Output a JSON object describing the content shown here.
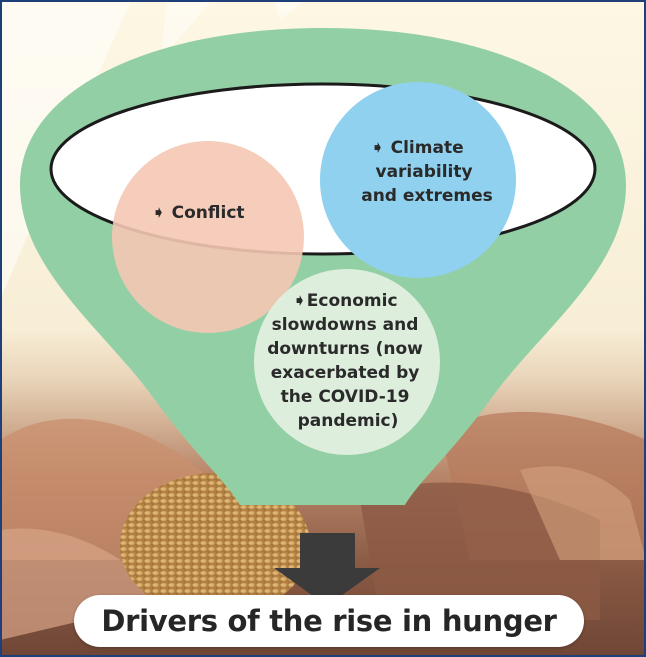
{
  "diagram": {
    "drivers": [
      {
        "bullet": "➧",
        "lines": [
          "Conflict"
        ],
        "color": "#f5c6b4"
      },
      {
        "bullet": "➧",
        "lines": [
          "Climate",
          "variability",
          "and extremes"
        ],
        "color": "#8fd1ee"
      },
      {
        "bullet": "➧",
        "lines": [
          "Economic",
          "slowdowns and",
          "downturns (now",
          "exacerbated by",
          "the COVID-19",
          "pandemic)"
        ],
        "color": "#e3f1e1"
      }
    ],
    "funnel_color": "#93cfa5",
    "arrow_color": "#3b3b3b",
    "result_label": "Drivers of the rise in hunger"
  }
}
